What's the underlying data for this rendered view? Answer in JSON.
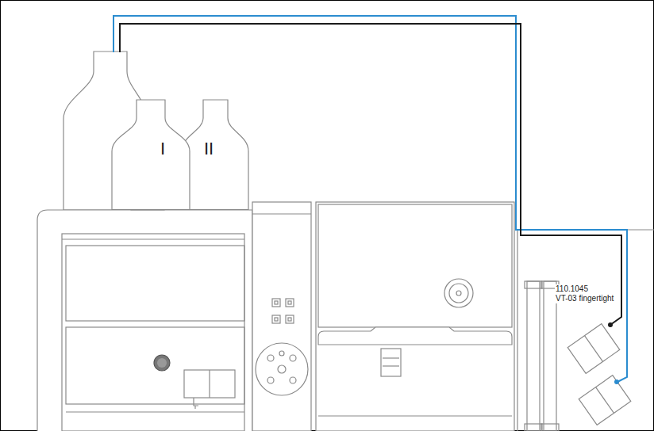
{
  "diagram": {
    "nodes": [
      {
        "text": [
          "I"
        ]
      },
      {
        "text": [
          "II"
        ]
      }
    ],
    "labels": [
      "110.1045",
      "VT-03 fingertight"
    ]
  }
}
